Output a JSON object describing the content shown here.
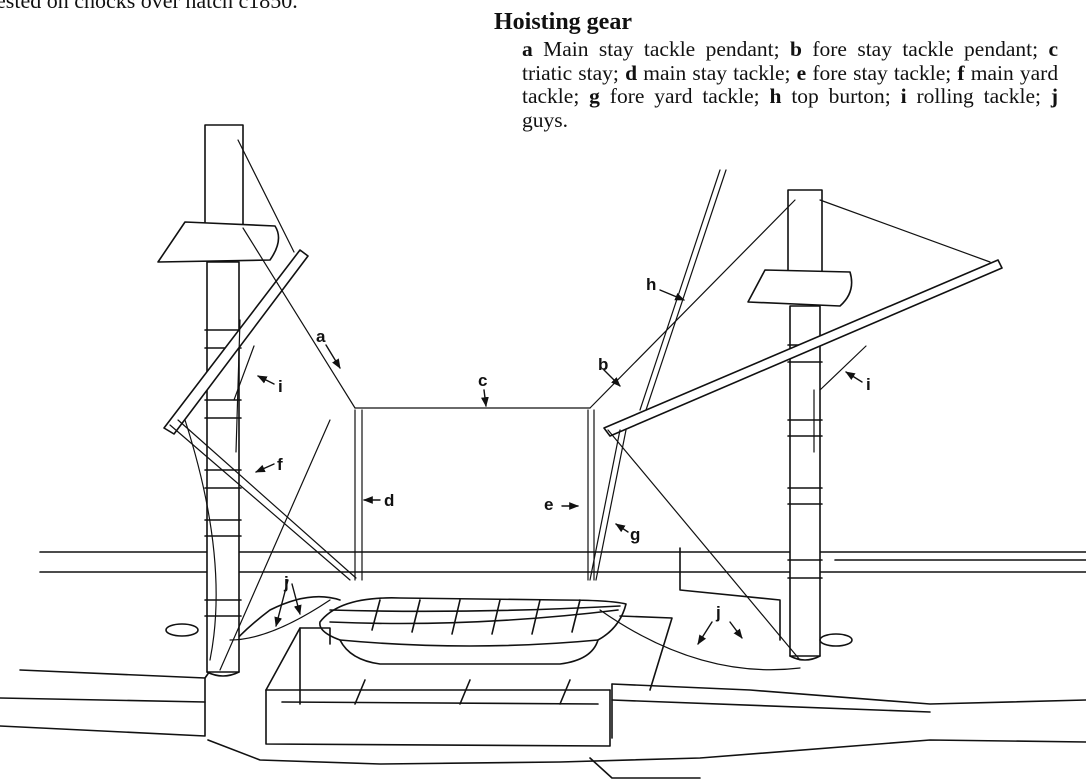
{
  "top_caption": "ested on chocks over hatch c1850.",
  "caption": {
    "title": "Hoisting gear",
    "items": [
      {
        "key": "a",
        "text": "Main stay tackle pendant;"
      },
      {
        "key": "b",
        "text": "fore stay tackle pendant;"
      },
      {
        "key": "c",
        "text": "triatic stay;"
      },
      {
        "key": "d",
        "text": "main stay tackle;"
      },
      {
        "key": "e",
        "text": "fore stay tackle;"
      },
      {
        "key": "f",
        "text": "main yard tackle;"
      },
      {
        "key": "g",
        "text": "fore yard tackle;"
      },
      {
        "key": "h",
        "text": "top burton;"
      },
      {
        "key": "i",
        "text": "rolling tackle;"
      },
      {
        "key": "j",
        "text": "guys."
      }
    ]
  },
  "labels": {
    "a": "a",
    "b": "b",
    "c": "c",
    "d": "d",
    "e": "e",
    "f": "f",
    "g": "g",
    "h": "h",
    "i": "i",
    "j": "j"
  }
}
